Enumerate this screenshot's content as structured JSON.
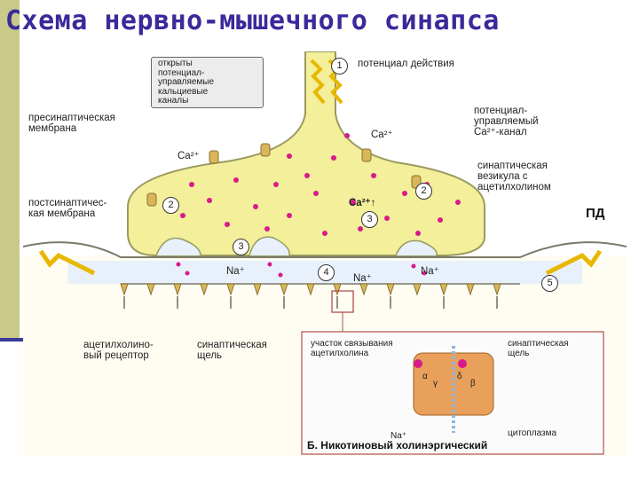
{
  "title": "Схема нервно-мышечного синапса",
  "pd_label": "ПД",
  "colors": {
    "title": "#3a2a9a",
    "terminal_fill": "#f3ef9a",
    "vesicle": "#d81b8a",
    "receptor": "#d9b65a",
    "arrow": "#e8b800",
    "side_bar": "#c9c98a"
  },
  "labels": {
    "open_channels": "открыты\nпотенциал-\nуправляемые\nкальциевые\nканалы",
    "action_potential": "потенциал действия",
    "presynaptic_membrane": "пресинаптическая\nмембрана",
    "voltage_ca_channel": "потенциал-\nуправляемый\nCa²⁺-канал",
    "synaptic_vesicle": "синаптическая\nвезикула с\nацетилхолином",
    "postsynaptic_membrane": "постсинаптичес-\nкая мембрана",
    "ach_receptor": "ацетилхолино-\nвый рецептор",
    "synaptic_cleft": "синаптическая\nщель",
    "inset_binding_site": "участок связывания\nацетилхолина",
    "inset_cleft": "синаптическая\nщель",
    "inset_cytoplasm": "цитоплазма",
    "inset_caption": "Б. Никотиновый холинэргический"
  },
  "ions": {
    "ca": "Ca²⁺",
    "na": "Na⁺",
    "ca_up": "Ca²⁺↑",
    "na_inset": "Na⁺"
  },
  "subunits": {
    "alpha": "α",
    "gamma": "γ",
    "delta": "δ",
    "beta": "β"
  },
  "step_numbers": [
    "1",
    "2",
    "2",
    "3",
    "3",
    "4",
    "5"
  ]
}
